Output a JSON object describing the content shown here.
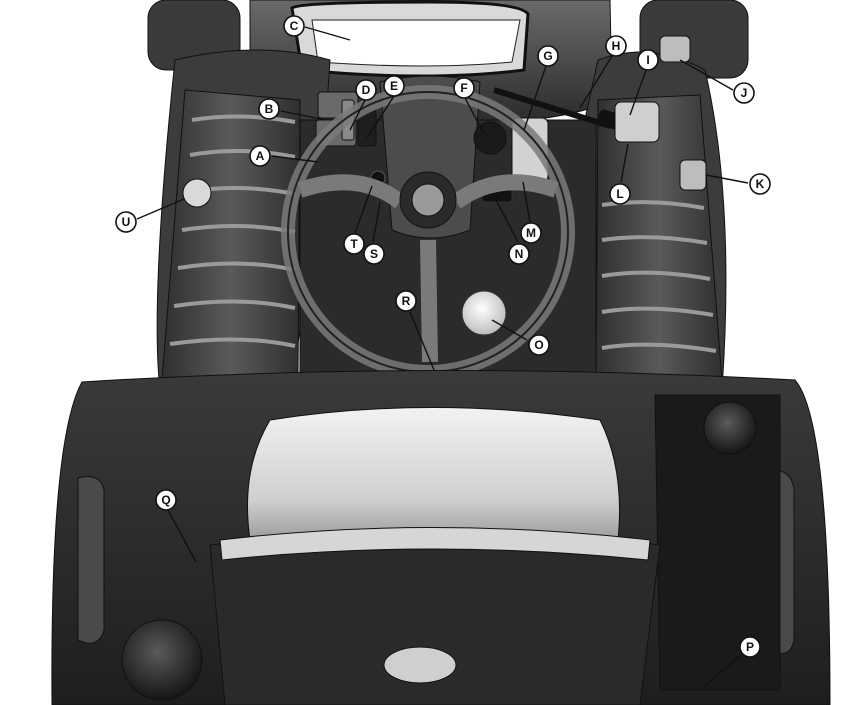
{
  "callouts": [
    {
      "id": "A",
      "text": "A"
    },
    {
      "id": "B",
      "text": "B"
    },
    {
      "id": "C",
      "text": "C"
    },
    {
      "id": "D",
      "text": "D"
    },
    {
      "id": "E",
      "text": "E"
    },
    {
      "id": "F",
      "text": "F"
    },
    {
      "id": "G",
      "text": "G"
    },
    {
      "id": "H",
      "text": "H"
    },
    {
      "id": "I",
      "text": "I"
    },
    {
      "id": "J",
      "text": "J"
    },
    {
      "id": "K",
      "text": "K"
    },
    {
      "id": "L",
      "text": "L"
    },
    {
      "id": "M",
      "text": "M"
    },
    {
      "id": "N",
      "text": "N"
    },
    {
      "id": "O",
      "text": "O"
    },
    {
      "id": "P",
      "text": "P"
    },
    {
      "id": "Q",
      "text": "Q"
    },
    {
      "id": "R",
      "text": "R"
    },
    {
      "id": "S",
      "text": "S"
    },
    {
      "id": "T",
      "text": "T"
    },
    {
      "id": "U",
      "text": "U"
    }
  ],
  "colors": {
    "background": "#ffffff",
    "body_dark": "#2e2e2e",
    "body_mid": "#4a4a4a",
    "panel_light": "#9a9a9a",
    "seat_light": "#e6e6e6",
    "outline": "#111111"
  }
}
